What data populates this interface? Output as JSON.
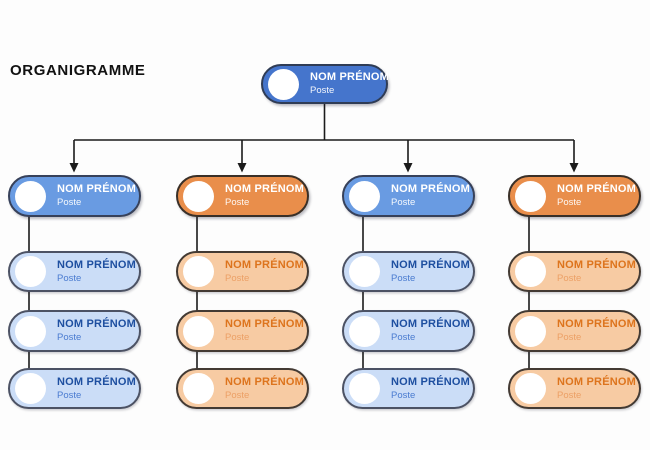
{
  "title": "ORGANIGRAMME",
  "root": {
    "name": "NOM PRÉNOM",
    "role": "Poste",
    "theme": "blue-dark"
  },
  "columns": [
    {
      "theme": "blue",
      "nodes": [
        {
          "name": "NOM PRÉNOM",
          "role": "Poste",
          "level": "header"
        },
        {
          "name": "NOM PRÉNOM",
          "role": "Poste",
          "level": "sub"
        },
        {
          "name": "NOM PRÉNOM",
          "role": "Poste",
          "level": "sub"
        },
        {
          "name": "NOM PRÉNOM",
          "role": "Poste",
          "level": "sub"
        }
      ]
    },
    {
      "theme": "orange",
      "nodes": [
        {
          "name": "NOM PRÉNOM",
          "role": "Poste",
          "level": "header"
        },
        {
          "name": "NOM PRÉNOM",
          "role": "Poste",
          "level": "sub"
        },
        {
          "name": "NOM PRÉNOM",
          "role": "Poste",
          "level": "sub"
        },
        {
          "name": "NOM PRÉNOM",
          "role": "Poste",
          "level": "sub"
        }
      ]
    },
    {
      "theme": "blue",
      "nodes": [
        {
          "name": "NOM PRÉNOM",
          "role": "Poste",
          "level": "header"
        },
        {
          "name": "NOM PRÉNOM",
          "role": "Poste",
          "level": "sub"
        },
        {
          "name": "NOM PRÉNOM",
          "role": "Poste",
          "level": "sub"
        },
        {
          "name": "NOM PRÉNOM",
          "role": "Poste",
          "level": "sub"
        }
      ]
    },
    {
      "theme": "orange",
      "nodes": [
        {
          "name": "NOM PRÉNOM",
          "role": "Poste",
          "level": "header"
        },
        {
          "name": "NOM PRÉNOM",
          "role": "Poste",
          "level": "sub"
        },
        {
          "name": "NOM PRÉNOM",
          "role": "Poste",
          "level": "sub"
        },
        {
          "name": "NOM PRÉNOM",
          "role": "Poste",
          "level": "sub"
        }
      ]
    }
  ],
  "colors": {
    "root_blue": "#4575CC",
    "header_blue": "#699BE2",
    "light_blue": "#CBDDF7",
    "header_orange": "#E98E4B",
    "light_orange": "#F7CBA3",
    "text_blue": "#1E4FA0",
    "text_orange": "#DD741D",
    "connector_line": "#1B1B1B",
    "background": "#FDFDFD"
  }
}
